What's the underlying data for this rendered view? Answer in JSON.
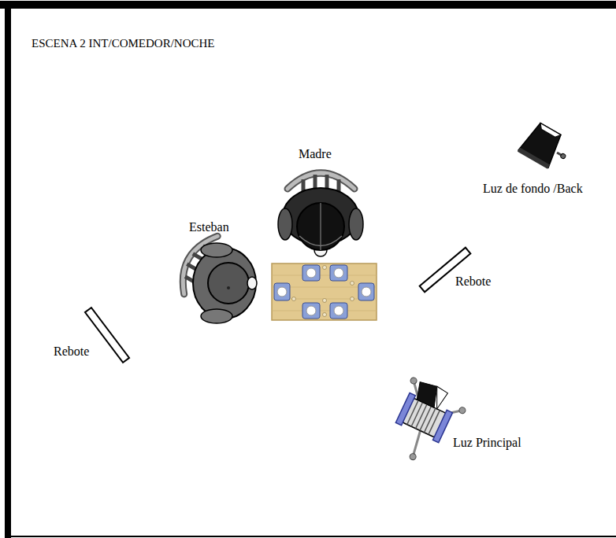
{
  "diagram": {
    "title": "ESCENA 2 INT/COMEDOR/NOCHE",
    "labels": [
      "Madre",
      "Esteban",
      "Luz de fondo /Back",
      "Rebote",
      "Rebote",
      "Luz Principal"
    ]
  }
}
